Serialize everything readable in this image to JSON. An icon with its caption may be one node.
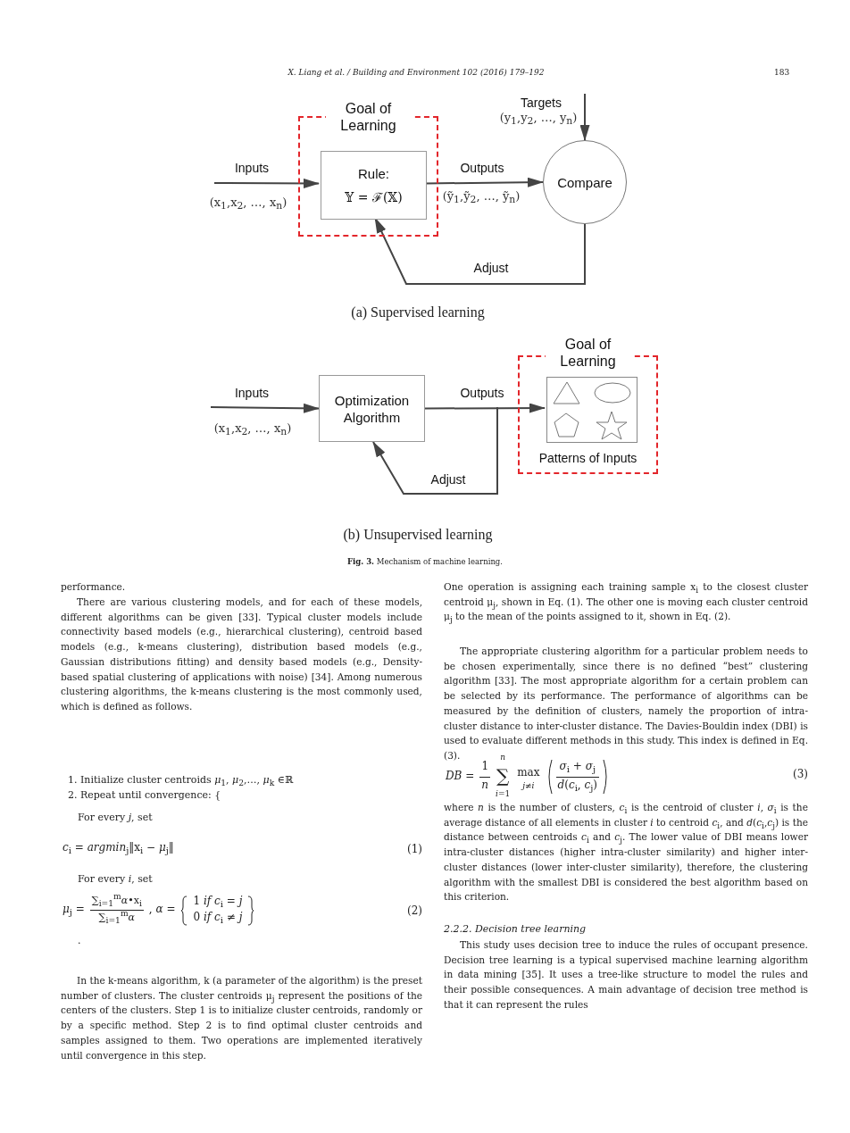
{
  "diagram": {
    "caption": "**Fig. 3.** Mechanism of machine learning.",
    "nodes": [
      {
        "text": [
          "Goal of Learning"
        ]
      },
      {
        "text": [
          "Rule:",
          "𝕐 = ℱ(𝕏)"
        ],
        "in": 0
      },
      {
        "text": [
          "Compare"
        ]
      },
      {
        "text": [
          "Optimization Algorithm"
        ]
      },
      {
        "text": [
          "Goal of Learning",
          "Patterns of Inputs"
        ]
      },
      {
        "text": [],
        "shape": "picture",
        "in": 4
      }
    ],
    "edges": [
      {
        "from": null,
        "to": 1,
        "arrow": "to",
        "label": "Inputs"
      },
      {
        "from": 1,
        "to": 2,
        "arrow": "to",
        "label": "Outputs"
      },
      {
        "from": null,
        "to": 2,
        "arrow": "to",
        "label": "Targets"
      },
      {
        "from": 2,
        "to": 1,
        "arrow": "to",
        "label": "Adjust"
      },
      {
        "from": null,
        "to": 3,
        "arrow": "to",
        "label": "Inputs"
      },
      {
        "from": 3,
        "to": 5,
        "arrow": "to",
        "label": "Outputs"
      },
      {
        "from": null,
        "to": 3,
        "arrow": "to",
        "label": "Adjust"
      }
    ],
    "labels": [
      "X. Liang et al. / Building and Environment 102 (2016) 179–192",
      "183",
      "(x$_{1}$,x$_{2}$, …, x$_{n}$)",
      "(y$_{1}$,y$_{2}$, …, y$_{n}$)",
      "(ỹ$_{1}$,ỹ$_{2}$, …, ỹ$_{n}$)",
      "(a) Supervised learning",
      "(x$_{1}$,x$_{2}$, …, x$_{n}$)",
      "(b) Unsupervised learning",
      "performance.",
      "There are various clustering models, and for each of these models, different algorithms can be given [33]. Typical cluster models include connectivity based models (e.g., hierarchical clustering), centroid based models (e.g., k-means clustering), distribution based models (e.g., Gaussian distributions fitting) and density based models (e.g., Density-based spatial clustering of applications with noise) [34]. Among numerous clustering algorithms, the k-means clustering is the most commonly used, which is defined as follows.",
      "1. Initialize cluster centroids *μ*$_{1}$, *μ*$_{2}$,…, *μ*$_{k}$ ∈ℝ",
      "2. Repeat until convergence: {",
      "For every *j*, set",
      "*c*$_{i}$ = *argmin*$_{j}$‖x$_{i}$ − *μ*$_{j}$‖",
      "(1)",
      "For every *i*, set",
      "*μ*$_{j}$ =",
      "∑$_{i=1}$$^{m}$*α*•x$_{i}$",
      "∑$_{i=1}$$^{m}$*α*",
      ", *α* =",
      "1 *if* *c*$_{i}$ = *j*",
      "0 *if* *c*$_{i}$ ≠ *j*",
      "(2)",
      ".",
      "In the k-means algorithm, k (a parameter of the algorithm) is the preset number of clusters. The cluster centroids μ$_{j}$ represent the positions of the centers of the clusters. Step 1 is to initialize cluster centroids, randomly or by a specific method. Step 2 is to find optimal cluster centroids and samples assigned to them. Two operations are implemented iteratively until convergence in this step.",
      "One operation is assigning each training sample x$_{i}$ to the closest cluster centroid μ$_{j}$, shown in Eq. (1). The other one is moving each cluster centroid μ$_{j}$ to the mean of the points assigned to it, shown in Eq. (2).",
      "The appropriate clustering algorithm for a particular problem needs to be chosen experimentally, since there is no defined “best” clustering algorithm [33]. The most appropriate algorithm for a certain problem can be selected by its performance. The performance of algorithms can be measured by the definition of clusters, namely the proportion of intra-cluster distance to inter-cluster distance. The Davies-Bouldin index (DBI) is used to evaluate different methods in this study. This index is defined in Eq. (3).",
      "*DB* =",
      "1",
      "*n*",
      "∑",
      "*n*",
      "*i*=1",
      "max",
      "*j*≠*i*",
      "*σ*$_{i}$ + *σ*$_{j}$",
      "*d*(*c*$_{i}$, *c*$_{j}$)",
      "(3)",
      "where *n* is the number of clusters, *c*$_{i}$ is the centroid of cluster *i*, *σ*$_{i}$ is the average distance of all elements in cluster *i* to centroid *c*$_{i}$, and *d*(*c*$_{i}$,*c*$_{j}$) is the distance between centroids *c*$_{i}$ and *c*$_{j}$. The lower value of DBI means lower intra-cluster distances (higher intra-cluster similarity) and higher inter-cluster distances (lower inter-cluster similarity), therefore, the clustering algorithm with the smallest DBI is considered the best algorithm based on this criterion.",
      "2.2.2. Decision tree learning",
      "This study uses decision tree to induce the rules of occupant presence. Decision tree learning is a typical supervised machine learning algorithm in data mining [35]. It uses a tree-like structure to model the rules and their possible consequences. A main advantage of decision tree method is that it can represent the rules"
    ]
  }
}
